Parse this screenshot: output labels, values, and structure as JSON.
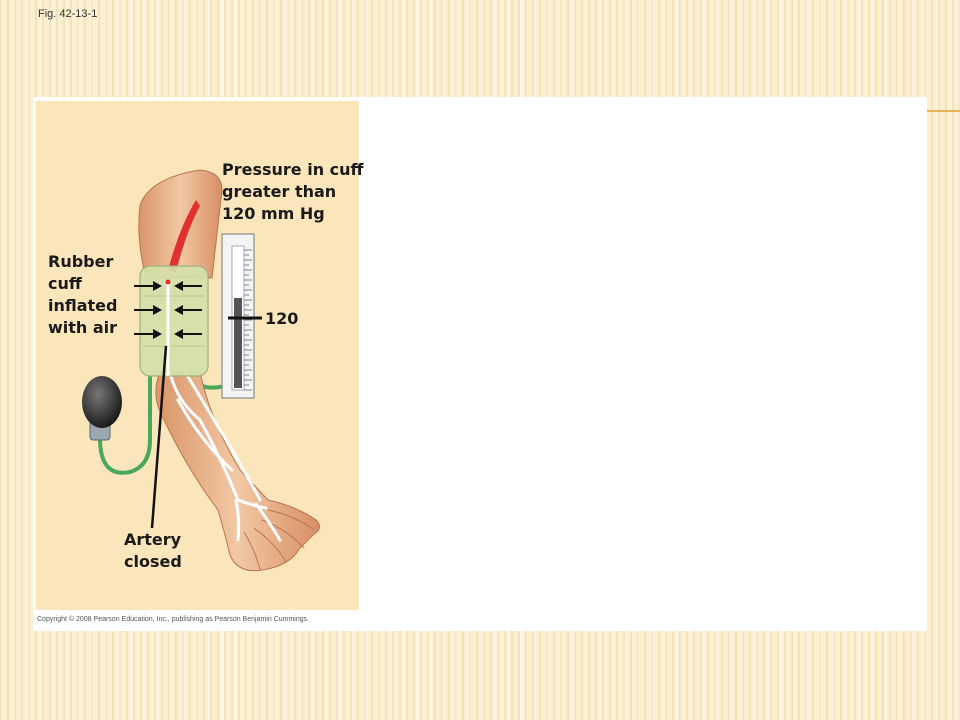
{
  "slide": {
    "fig_label": "Fig. 42-13-1",
    "copyright": "Copyright © 2008 Pearson Education, Inc., publishing as Pearson Benjamin Cummings."
  },
  "diagram": {
    "pressure_label": "Pressure in cuff\ngreater than\n120 mm Hg",
    "cuff_label": "Rubber\ncuff\ninflated\nwith air",
    "gauge_reading": "120",
    "artery_label": "Artery\nclosed"
  },
  "colors": {
    "skin": "#e8b48c",
    "cuff": "#d4dfa8",
    "artery": "#e03030",
    "tube": "#4aa85a",
    "bulb": "#2a2a2a"
  }
}
